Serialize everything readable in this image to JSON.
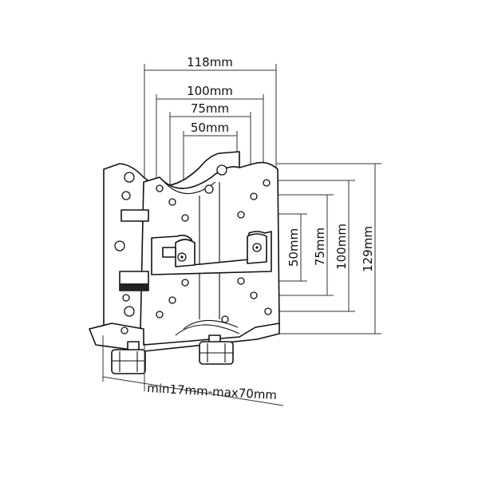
{
  "dimensions": {
    "horizontal": [
      "118mm",
      "100mm",
      "75mm",
      "50mm"
    ],
    "vertical": [
      "50mm",
      "75mm",
      "100mm",
      "129mm"
    ],
    "clamp_range": "min17mm-max70mm"
  },
  "colors": {
    "line": "#111111",
    "background": "#ffffff"
  }
}
